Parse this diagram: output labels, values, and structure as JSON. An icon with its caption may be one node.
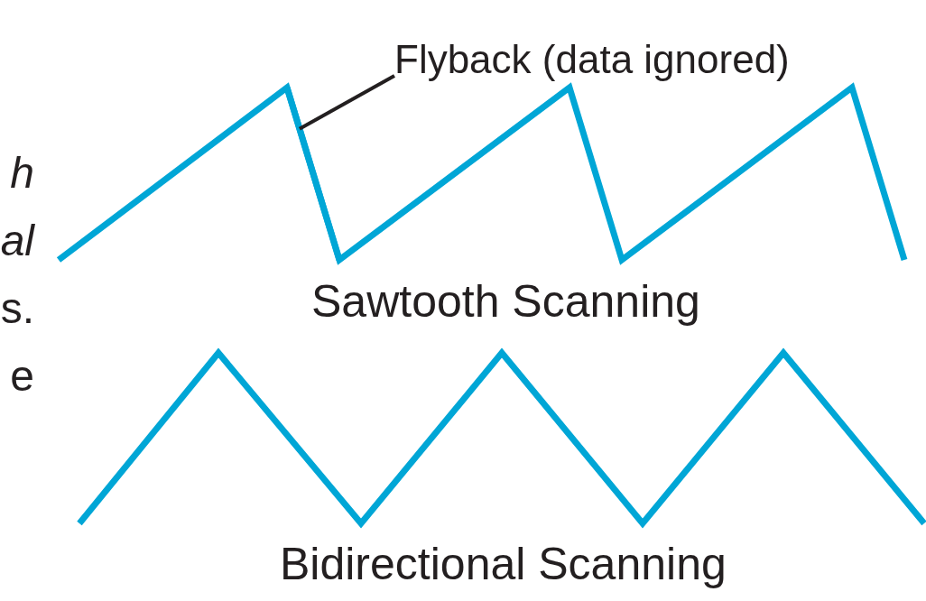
{
  "diagram": {
    "nodes": [
      {
        "text": [
          "Flyback (data ignored)"
        ]
      },
      {
        "text": [],
        "shape": "line"
      }
    ],
    "edges": [
      {
        "from": 0,
        "to": 1,
        "arrow": "none"
      }
    ],
    "labels": [
      "h",
      "al",
      "s.",
      "e",
      "Sawtooth Scanning",
      "Bidirectional Scanning"
    ]
  }
}
